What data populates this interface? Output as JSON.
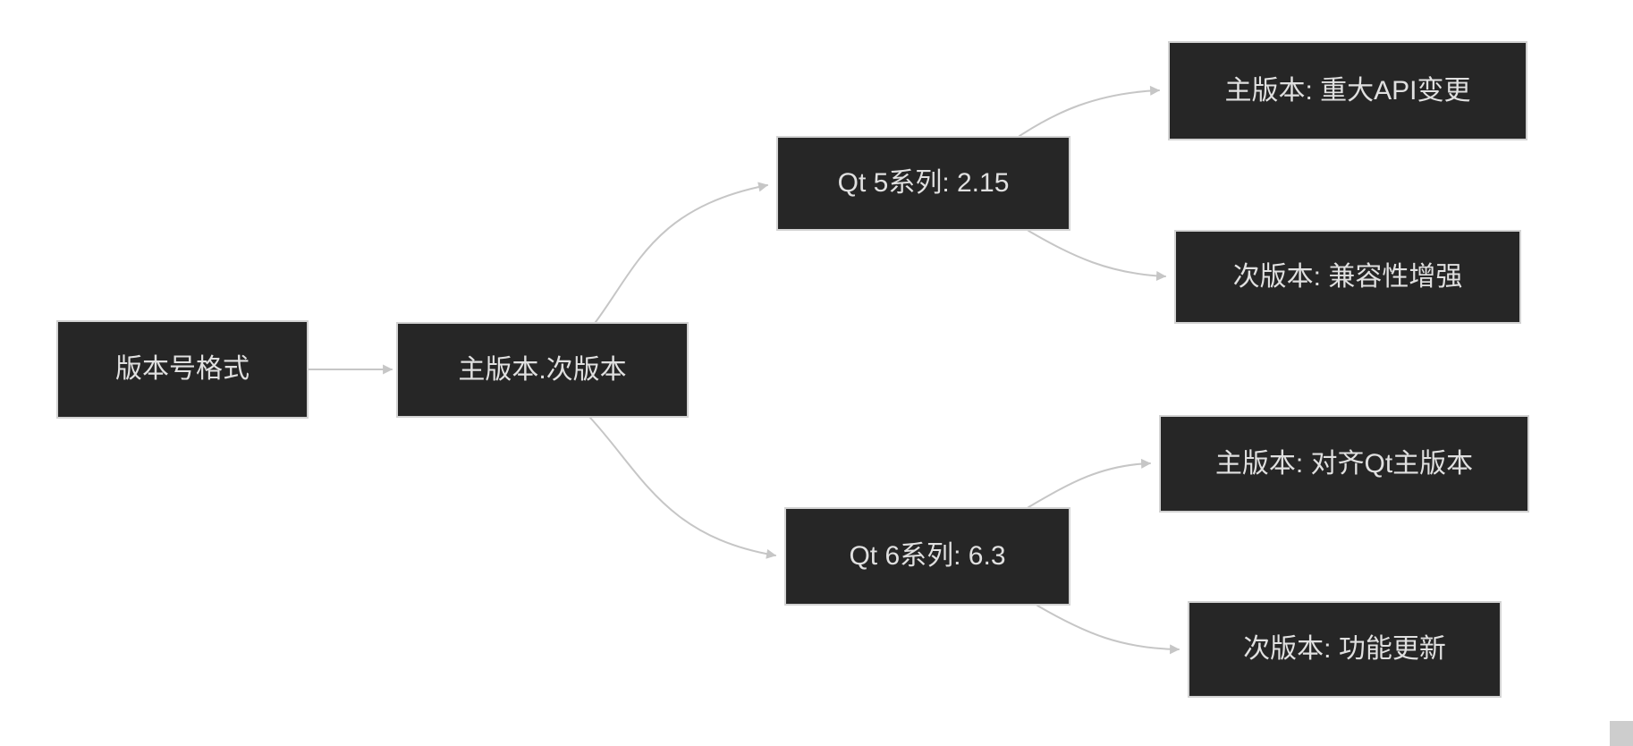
{
  "diagram": {
    "title": "Qt version numbering flowchart",
    "colors": {
      "background": "#ffffff",
      "node_fill": "#262626",
      "node_border": "#d2d2d2",
      "node_text": "#e0e0e0",
      "edge": "#c6c6c6"
    },
    "nodes": {
      "root": {
        "label": "版本号格式"
      },
      "format": {
        "label": "主版本.次版本"
      },
      "qt5": {
        "label": "Qt 5系列: 2.15"
      },
      "qt5_major": {
        "label": "主版本: 重大API变更"
      },
      "qt5_minor": {
        "label": "次版本: 兼容性增强"
      },
      "qt6": {
        "label": "Qt 6系列: 6.3"
      },
      "qt6_major": {
        "label": "主版本: 对齐Qt主版本"
      },
      "qt6_minor": {
        "label": "次版本: 功能更新"
      }
    },
    "edges": [
      {
        "from": "root",
        "to": "format"
      },
      {
        "from": "format",
        "to": "qt5"
      },
      {
        "from": "format",
        "to": "qt6"
      },
      {
        "from": "qt5",
        "to": "qt5_major"
      },
      {
        "from": "qt5",
        "to": "qt5_minor"
      },
      {
        "from": "qt6",
        "to": "qt6_major"
      },
      {
        "from": "qt6",
        "to": "qt6_minor"
      }
    ]
  }
}
